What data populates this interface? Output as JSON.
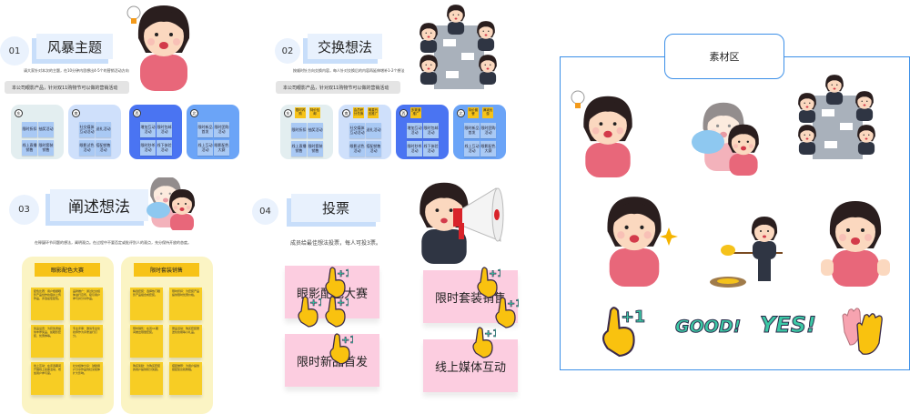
{
  "sections": [
    {
      "num": "01",
      "title": "风暴主题",
      "subtitle": "请大家针对本次的主题，在10分钟内思想出4-5个的营销活动方向",
      "topic": "本公司眼影产品，针对双11购物节可以做的营销活动",
      "cards": [
        {
          "marker": "东",
          "color": "#e3eef0",
          "notes": [
            "限时折扣",
            "抽奖活动",
            "线上直播销售",
            "限时套装销售"
          ],
          "tags": []
        },
        {
          "marker": "南",
          "color": "#cfe0fb",
          "notes": [
            "社交媒体互动活动",
            "送礼活动",
            "眼影试色活动",
            "搭配销售活动"
          ],
          "tags": []
        },
        {
          "marker": "西",
          "color": "#4a74f2",
          "notes": [
            "增加互动活动",
            "限时包邮活动",
            "限时秒杀活动",
            "线下体验活动"
          ],
          "tags": []
        },
        {
          "marker": "北",
          "color": "#6ba4f7",
          "notes": [
            "限时新品首发",
            "限时团购活动",
            "线上互动活动",
            "眼影配色大赛"
          ],
          "tags": []
        }
      ]
    },
    {
      "num": "02",
      "title": "交换想法",
      "subtitle": "按顺时针方向交换内容，每人针对交换后的内容再延伸增补1-2个想法",
      "topic": "本公司眼影产品，针对双11购物节可以做的营销活动",
      "cards": [
        {
          "marker": "东",
          "color": "#e3eef0",
          "notes": [
            "限时折扣",
            "抽奖活动",
            "线上直播销售",
            "限时套装销售"
          ],
          "tags": [
            "限时闪购",
            "特价包邮"
          ]
        },
        {
          "marker": "南",
          "color": "#cfe0fb",
          "notes": [
            "社交媒体互动活动",
            "送礼活动",
            "眼影试色活动",
            "搭配销售活动"
          ],
          "tags": [
            "会员积分兑换",
            "明星代言推广"
          ]
        },
        {
          "marker": "西",
          "color": "#4a74f2",
          "notes": [
            "增加互动活动",
            "限时包邮活动",
            "限时秒杀活动",
            "线下体验活动"
          ],
          "tags": [
            "多渠道推广"
          ]
        },
        {
          "marker": "北",
          "color": "#6ba4f7",
          "notes": [
            "限时新品首发",
            "限时团购活动",
            "线上互动活动",
            "眼影配色大赛"
          ],
          "tags": [
            "特价套餐",
            "满减优惠"
          ]
        }
      ]
    }
  ],
  "section3": {
    "num": "03",
    "title": "阐述想法",
    "subtitle": "在释疑环节问题的想法，阐明观点。在过程中不要否定或批评别人的观点，充分保持开放的态度。",
    "boxes": [
      {
        "title": "眼影配色大赛",
        "notes": [
          "配色比赛：用户根据眼影产品创作妆容并上传作品，评选最佳配色。",
          "品牌推广：通过社交媒体进行宣传，吸引用户参与并分享作品。",
          "奖品设置：为获奖者提供丰厚奖品，如眼影套装、优惠券等。",
          "专业评审：邀请专业化妆师作为评委进行打分。",
          "线上互动：在评选期间开展线上投票活动，增加用户参与度。",
          "社交媒体分享：鼓励用户分享作品到社交媒体扩大影响。"
        ]
      },
      {
        "title": "限时套装销售",
        "notes": [
          "精选套装：选择热门眼影产品组合成套装。",
          "限时折扣：为套装产品提供限时优惠价格。",
          "限时销售：在双11期间推出限量套装。",
          "赠品活动：购买套装赠送化妆刷等小礼品。",
          "购买奖励：为购买套装的用户提供积分奖励。",
          "搭配推荐：为用户提供搭配建议和教程。"
        ]
      }
    ]
  },
  "section4": {
    "num": "04",
    "title": "投票",
    "subtitle": "成员给最佳想法投票，每人可投3票。",
    "options": [
      {
        "label": "眼影配色大赛",
        "votes": 3
      },
      {
        "label": "限时套装销售",
        "votes": 2
      },
      {
        "label": "限时新品首发",
        "votes": 1
      },
      {
        "label": "线上媒体互动",
        "votes": 1
      }
    ],
    "vote_badge": "+1"
  },
  "materials": {
    "title": "素材区",
    "items": [
      "idea-woman",
      "cheering-women",
      "meeting-group",
      "confident-woman",
      "digging-coins-woman",
      "happy-woman",
      "plus-one-sticker",
      "good-sticker",
      "yes-sticker",
      "high-five-sticker"
    ],
    "sticker_text": {
      "plus_one": "+1",
      "good": "GOOD!",
      "yes": "YES!"
    }
  },
  "colors": {
    "accent": "#4a74f2",
    "sticky_yellow": "#f7c318",
    "sticky_pink": "#fccde0",
    "panel_border": "#3b8fe8"
  }
}
